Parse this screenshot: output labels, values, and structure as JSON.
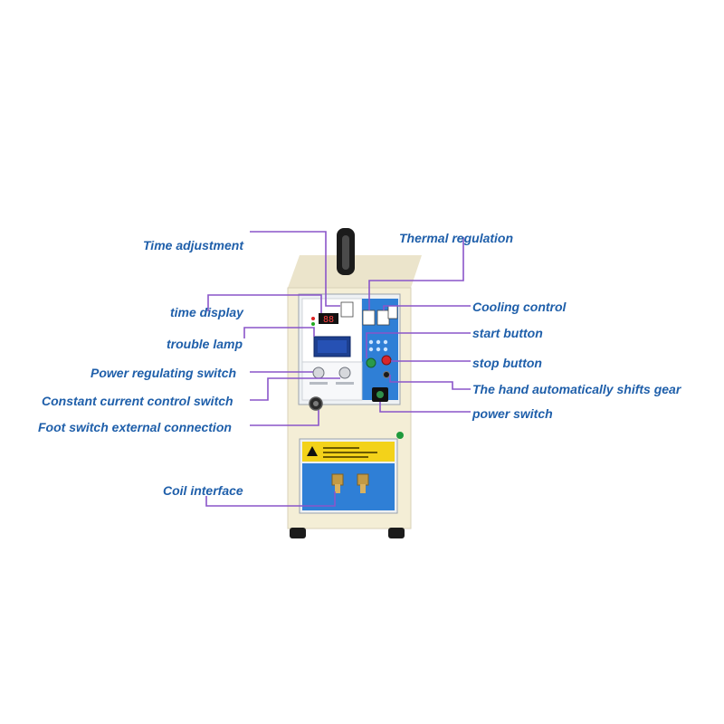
{
  "labels": {
    "time_adjustment": "Time adjustment",
    "time_display": "time display",
    "trouble_lamp": "trouble lamp",
    "power_regulating_switch": "Power regulating switch",
    "constant_current_control_switch": "Constant current control switch",
    "foot_switch_external_connection": "Foot switch external connection",
    "coil_interface": "Coil interface",
    "thermal_regulation": "Thermal regulation",
    "cooling_control": "Cooling control",
    "start_button": "start button",
    "stop_button": "stop button",
    "hand_auto_shift_gear": "The hand automatically shifts gear",
    "power_switch": "power switch"
  },
  "display": {
    "time_digits": "88"
  },
  "colors": {
    "label_text": "#1f5faa",
    "leader_line": "#8a55c9",
    "cabinet_body": "#f4eed6",
    "panel_blue": "#2f7fd6",
    "start_button": "#2a9a4a",
    "stop_button": "#d8262a",
    "warning_label": "#f3d21a"
  }
}
